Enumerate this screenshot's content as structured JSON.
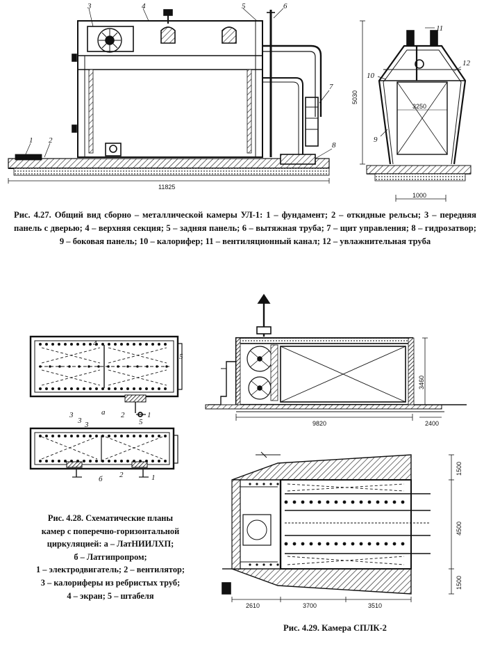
{
  "fig427": {
    "caption": "Рис. 4.27. Общий вид сборно – металлической камеры УЛ-1: 1 – фундамент; 2 – откидные рельсы; 3 – передняя панель с дверью; 4 – верхняя секция; 5 – задняя панель; 6 – вытяжная труба; 7 – щит управления; 8 – гидрозатвор; 9 – боковая панель; 10 – калорифер; 11 – вентиляционный канал; 12 – увлажнительная труба",
    "labels": [
      "1",
      "2",
      "3",
      "4",
      "5",
      "6",
      "7",
      "8",
      "9",
      "10",
      "11",
      "12"
    ],
    "dims": {
      "length": "11825",
      "height": "5030",
      "inner": "3250",
      "base": "1000"
    }
  },
  "fig428": {
    "caption_lines": [
      "Рис. 4.28. Схематические планы",
      "камер с поперечно-горизонтальной",
      "циркуляцией: а – ЛатНИИЛХП;",
      "б – Латгипропром;",
      "1 – электродвигатель; 2 – вентилятор;",
      "3 – калориферы из ребристых труб;",
      "4 – экран; 5 – штабеля"
    ],
    "plan_a": {
      "letter": "а",
      "labels": [
        "4",
        "5",
        "3",
        "2",
        "1"
      ]
    },
    "plan_b": {
      "letter": "б",
      "labels": [
        "3",
        "3",
        "5",
        "2",
        "1"
      ]
    }
  },
  "fig429": {
    "caption": "Рис. 4.29. Камера СПЛК-2",
    "dims_side": {
      "length": "9820",
      "offset": "2400",
      "height": "3460"
    },
    "dims_plan": {
      "a": "2610",
      "b": "3700",
      "c": "3510",
      "w1": "1500",
      "w2": "4500",
      "w3": "1500"
    }
  }
}
